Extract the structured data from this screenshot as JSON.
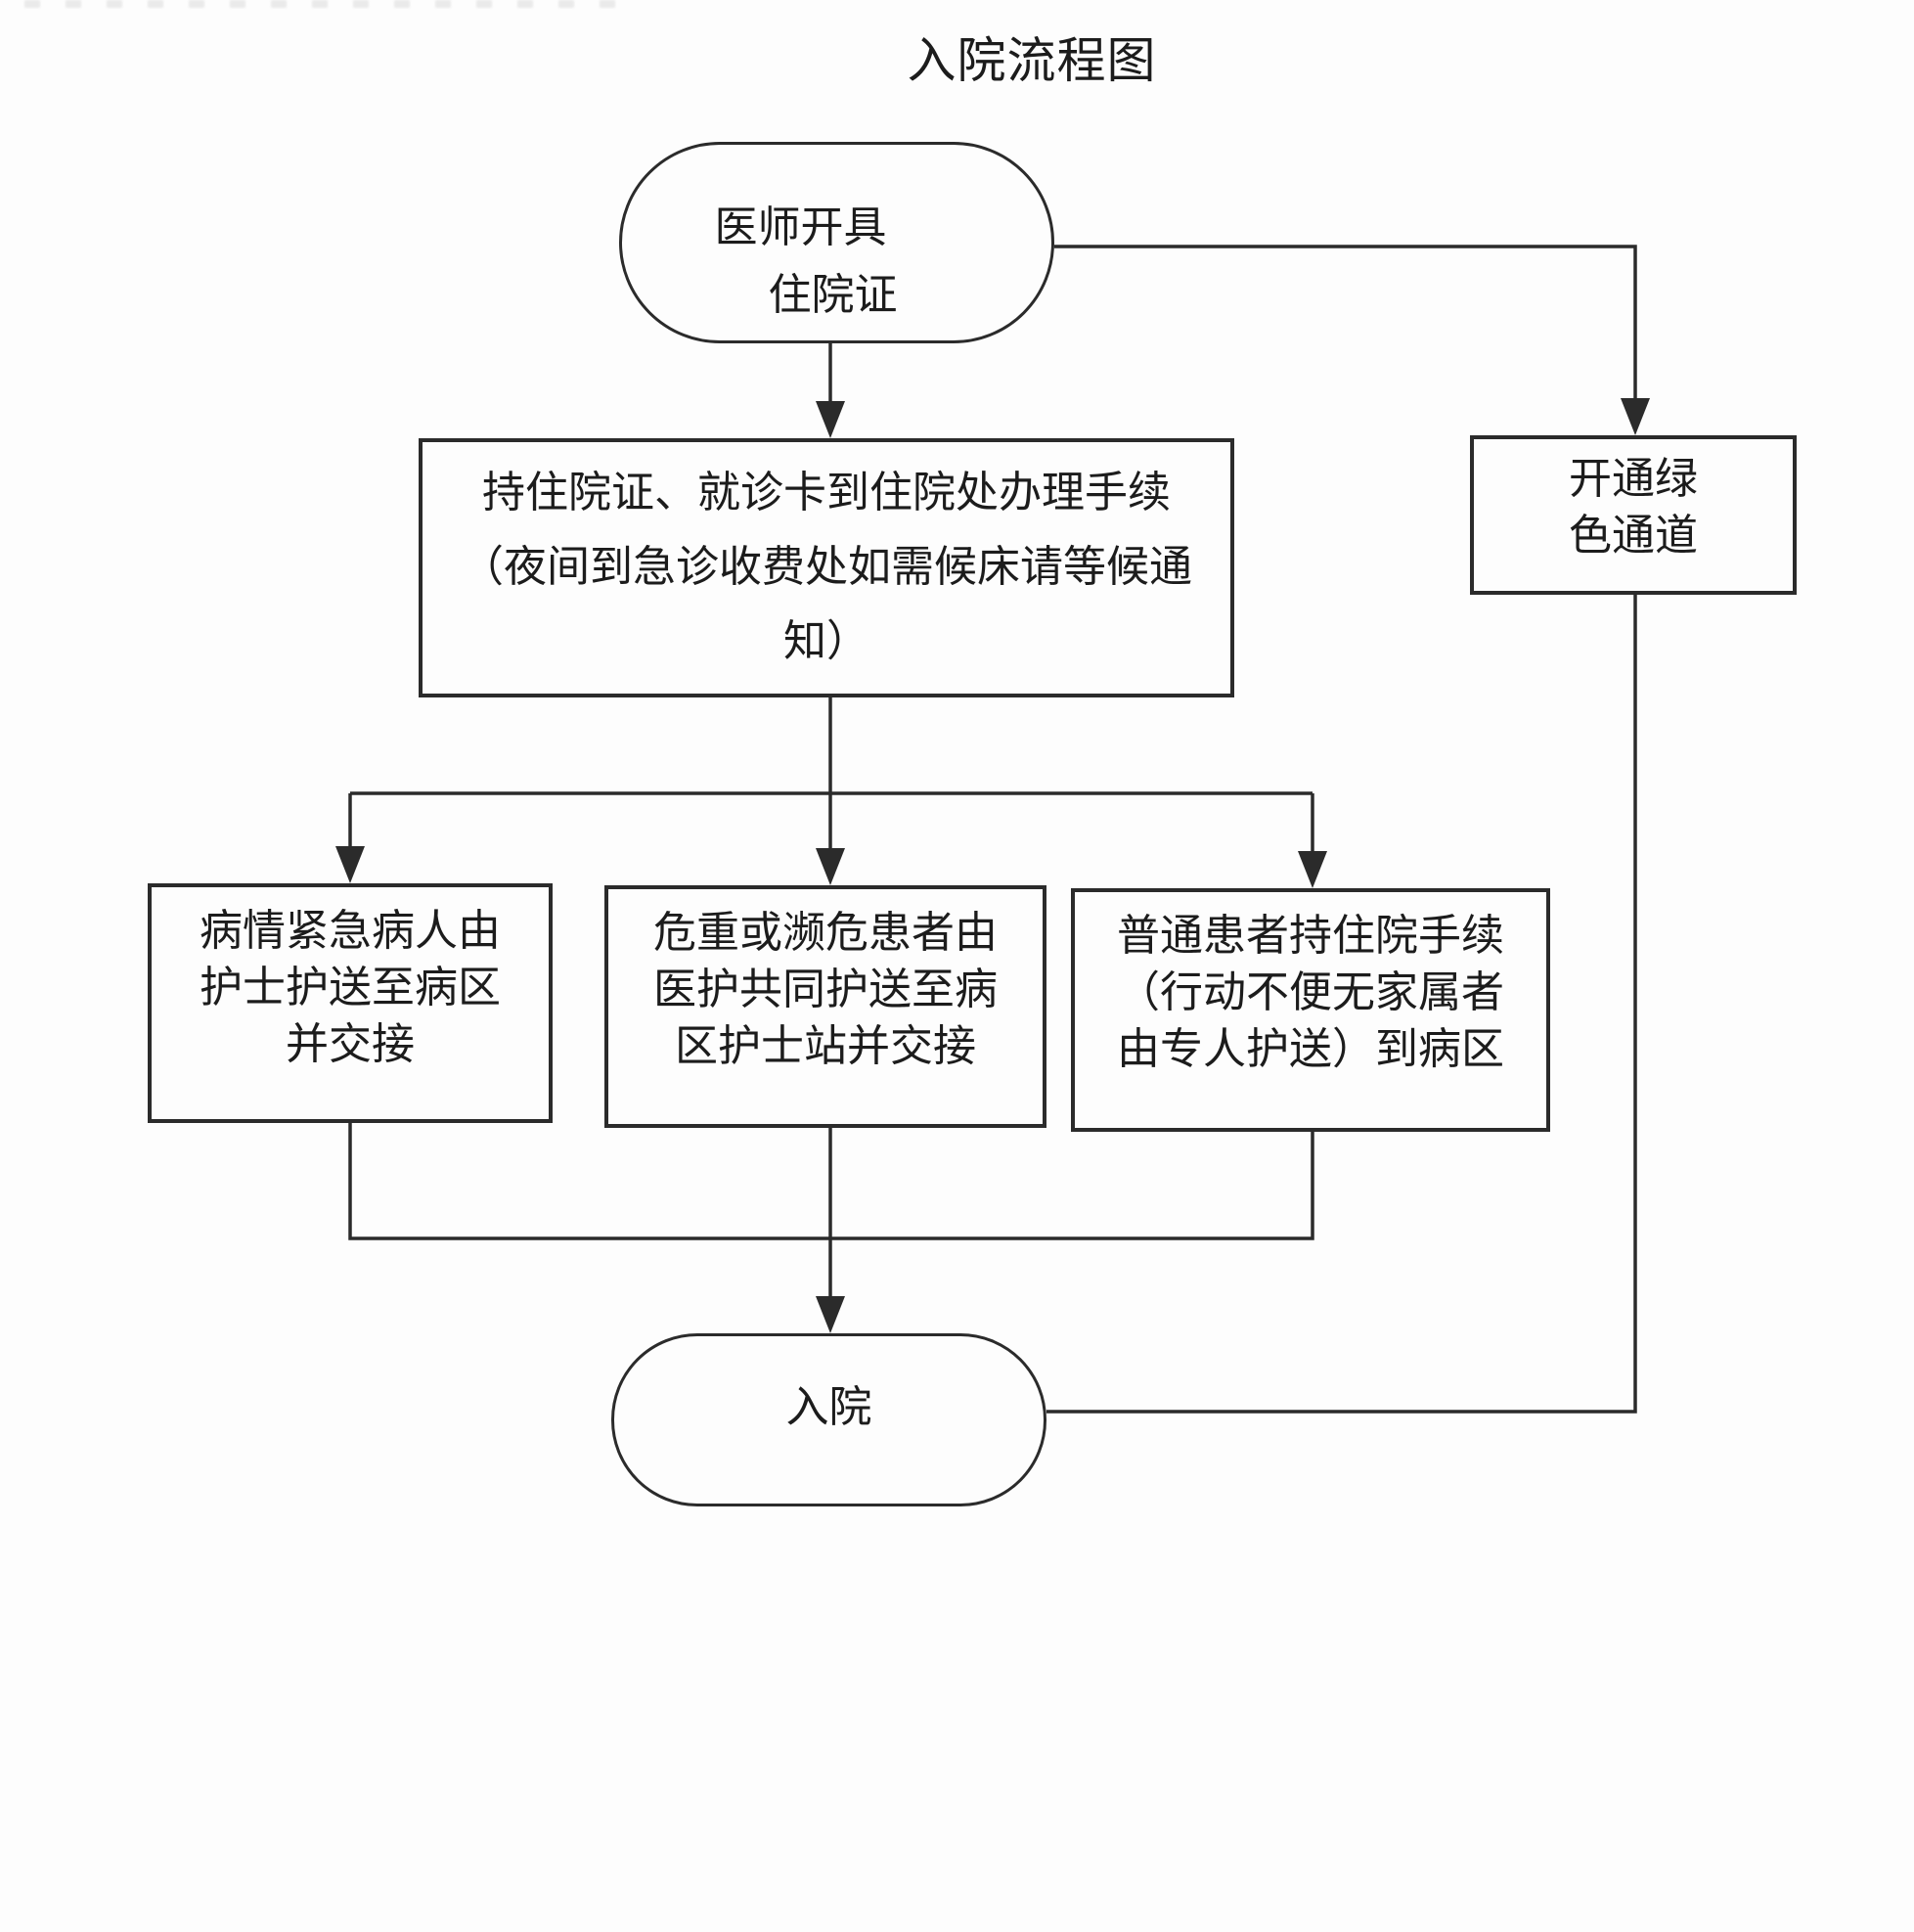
{
  "title": "入院流程图",
  "colors": {
    "line": "#2b2b2b",
    "text": "#1c1c1c",
    "background": "#fdfdfd"
  },
  "nodes": {
    "start": {
      "lines": [
        "医师开具",
        "住院证"
      ]
    },
    "procedure": {
      "lines": [
        "持住院证、就诊卡到住院处办理手续",
        "（夜间到急诊收费处如需候床请等候通",
        "知）"
      ]
    },
    "green_channel": {
      "lines": [
        "开通绿",
        "色通道"
      ]
    },
    "urgent": {
      "lines": [
        "病情紧急病人由",
        "护士护送至病区",
        "并交接"
      ]
    },
    "critical": {
      "lines": [
        "危重或濒危患者由",
        "医护共同护送至病",
        "区护士站并交接"
      ]
    },
    "ordinary": {
      "lines": [
        "普通患者持住院手续",
        "（行动不便无家属者",
        "由专人护送）到病区"
      ]
    },
    "end": {
      "lines": [
        "入院"
      ]
    }
  }
}
